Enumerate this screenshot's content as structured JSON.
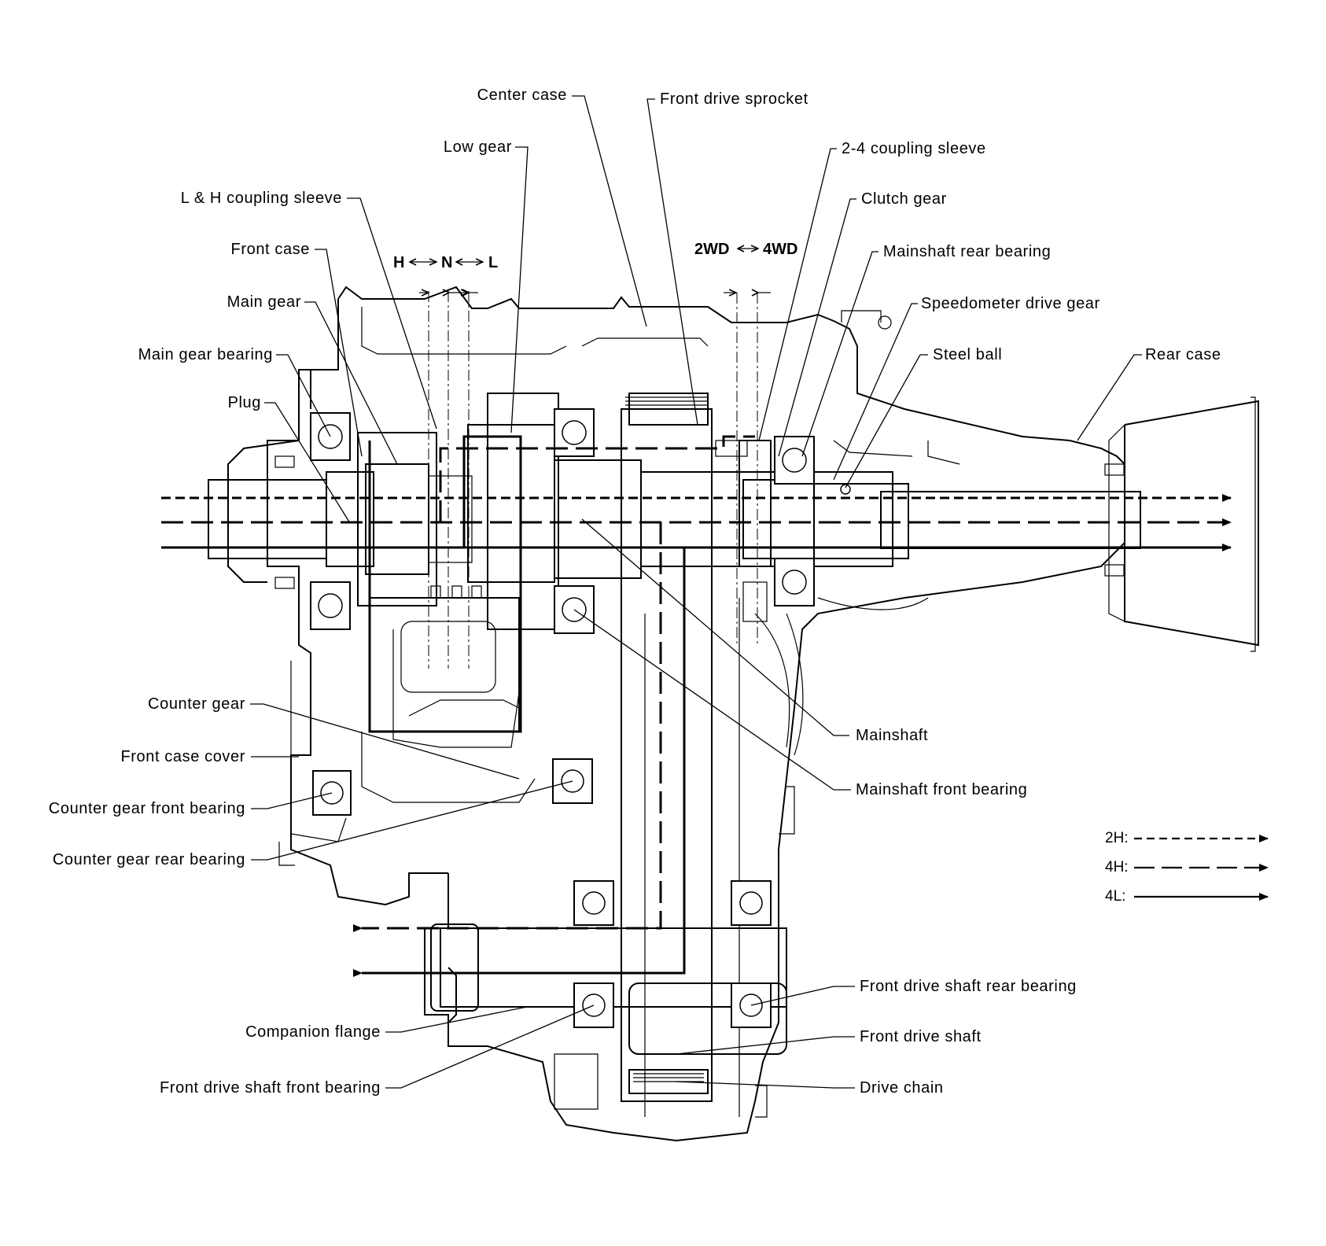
{
  "labels": {
    "center_case": "Center case",
    "front_drive_sprocket": "Front drive sprocket",
    "low_gear": "Low gear",
    "coupling_sleeve_24": "2-4 coupling sleeve",
    "lh_coupling_sleeve": "L & H coupling sleeve",
    "clutch_gear": "Clutch gear",
    "front_case": "Front case",
    "mainshaft_rear_bearing": "Mainshaft rear bearing",
    "main_gear": "Main gear",
    "speedometer_drive_gear": "Speedometer drive gear",
    "main_gear_bearing": "Main gear bearing",
    "steel_ball": "Steel ball",
    "rear_case": "Rear case",
    "plug": "Plug",
    "counter_gear": "Counter gear",
    "mainshaft": "Mainshaft",
    "front_case_cover": "Front case cover",
    "mainshaft_front_bearing": "Mainshaft front bearing",
    "counter_gear_front_bearing": "Counter gear front bearing",
    "counter_gear_rear_bearing": "Counter gear rear bearing",
    "front_drive_shaft_rear_bearing": "Front drive shaft rear bearing",
    "companion_flange": "Companion flange",
    "front_drive_shaft": "Front drive shaft",
    "front_drive_shaft_front_bearing": "Front drive shaft front bearing",
    "drive_chain": "Drive chain"
  },
  "range_selector": {
    "h": "H",
    "n": "N",
    "l": "L"
  },
  "drive_selector": {
    "two_wd": "2WD",
    "four_wd": "4WD"
  },
  "legend": {
    "items": [
      {
        "label": "2H:",
        "line_style": "short-dash"
      },
      {
        "label": "4H:",
        "line_style": "long-dash"
      },
      {
        "label": "4L:",
        "line_style": "solid"
      }
    ]
  }
}
